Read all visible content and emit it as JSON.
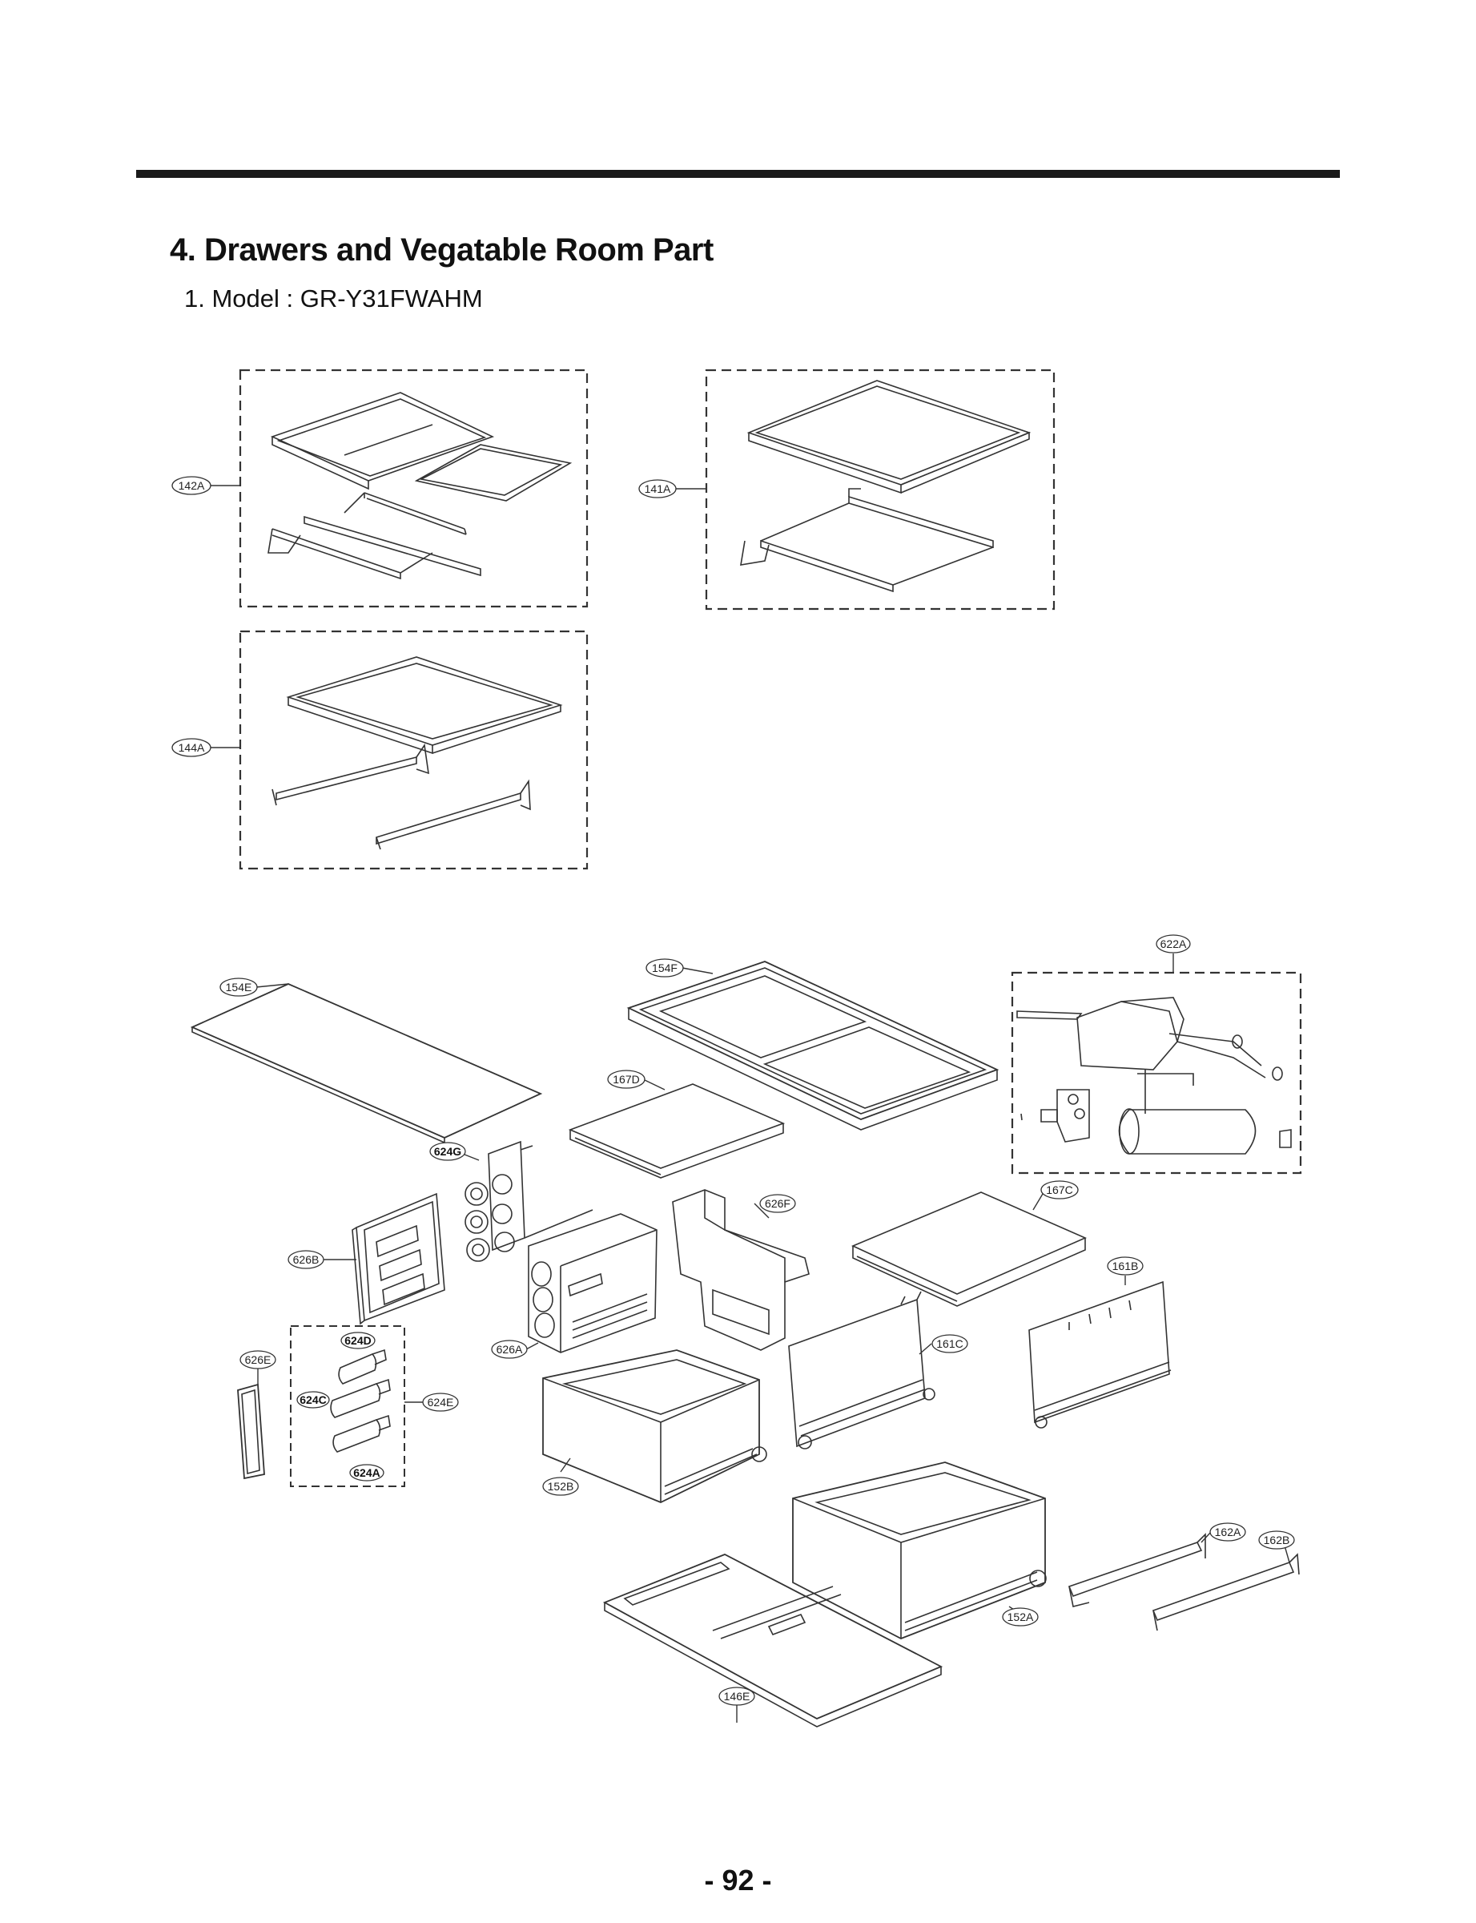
{
  "heading": {
    "title": "4. Drawers and Vegatable Room Part",
    "model": "1. Model : GR-Y31FWAHM"
  },
  "parts": {
    "p142A": "142A",
    "p141A": "141A",
    "p144A": "144A",
    "p622A": "622A",
    "p154E": "154E",
    "p154F": "154F",
    "p167D": "167D",
    "p624G": "624G",
    "p626F": "626F",
    "p167C": "167C",
    "p626B": "626B",
    "p161B": "161B",
    "p624D": "624D",
    "p626A": "626A",
    "p161C": "161C",
    "p626E": "626E",
    "p624C": "624C",
    "p624E": "624E",
    "p624A": "624A",
    "p152B": "152B",
    "p162A": "162A",
    "p162B": "162B",
    "p152A": "152A",
    "p146E": "146E"
  },
  "page_number": "- 92 -"
}
